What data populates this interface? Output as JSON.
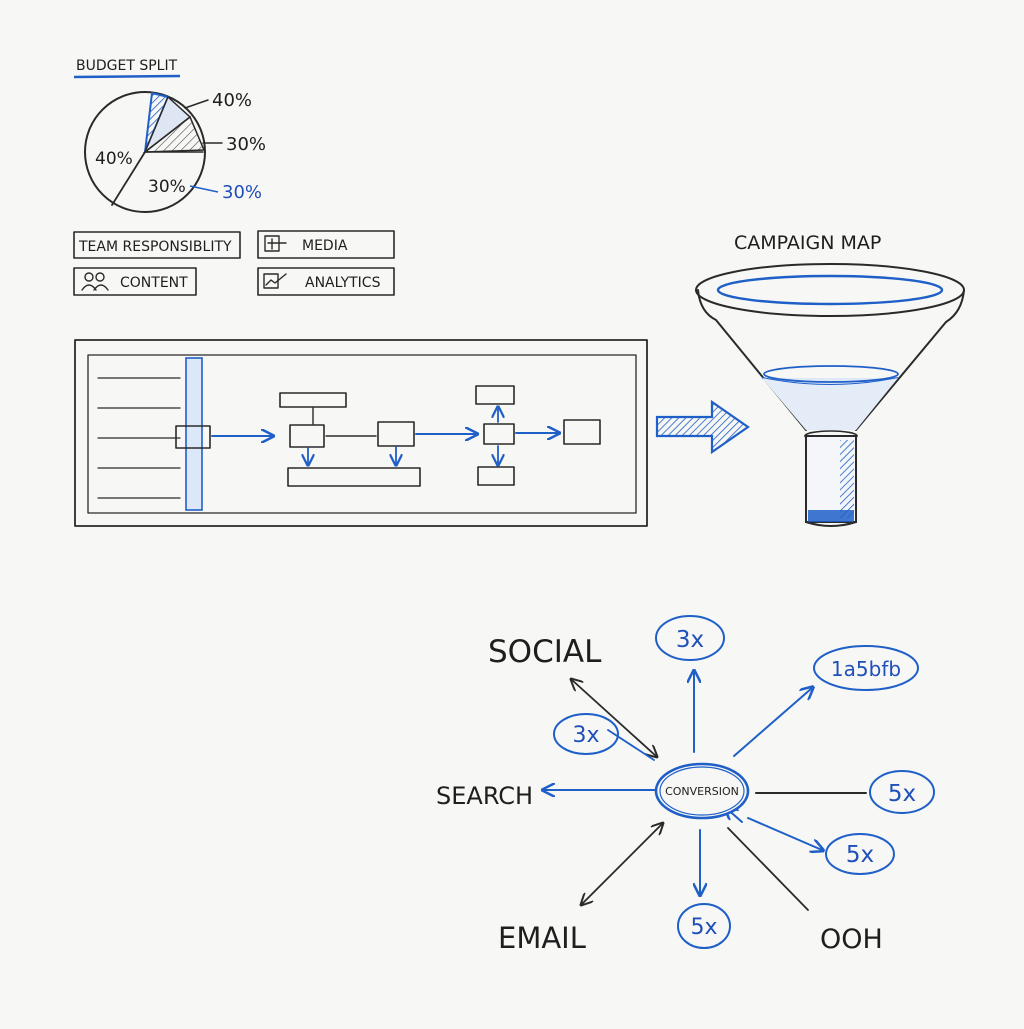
{
  "budget": {
    "title": "BUDGET SPLIT",
    "labels": [
      "40%",
      "30%",
      "40%",
      "30%",
      "30%"
    ],
    "accent": "#1f5fc8"
  },
  "teams": {
    "items": [
      {
        "label": "TEAM RESPONSIBLITY",
        "icon": ""
      },
      {
        "label": "MEDIA",
        "icon": "media-icon"
      },
      {
        "label": "CONTENT",
        "icon": "people-icon"
      },
      {
        "label": "ANALYTICS",
        "icon": "analytics-icon"
      }
    ]
  },
  "campaign": {
    "title": "CAMPAIGN MAP"
  },
  "network": {
    "center": "CONVERSION",
    "channels": {
      "social": "SOCIAL",
      "search": "SEARCH",
      "email": "EMAIL",
      "ooh": "OOH"
    },
    "bubbles": {
      "b1": "3x",
      "b2": "3x",
      "b3": "1a5bfb",
      "b4": "5x",
      "b5": "5x",
      "b6": "5x"
    }
  },
  "colors": {
    "ink": "#2a2a2a",
    "blue": "#1f5fc8",
    "paper": "#f7f7f5"
  }
}
